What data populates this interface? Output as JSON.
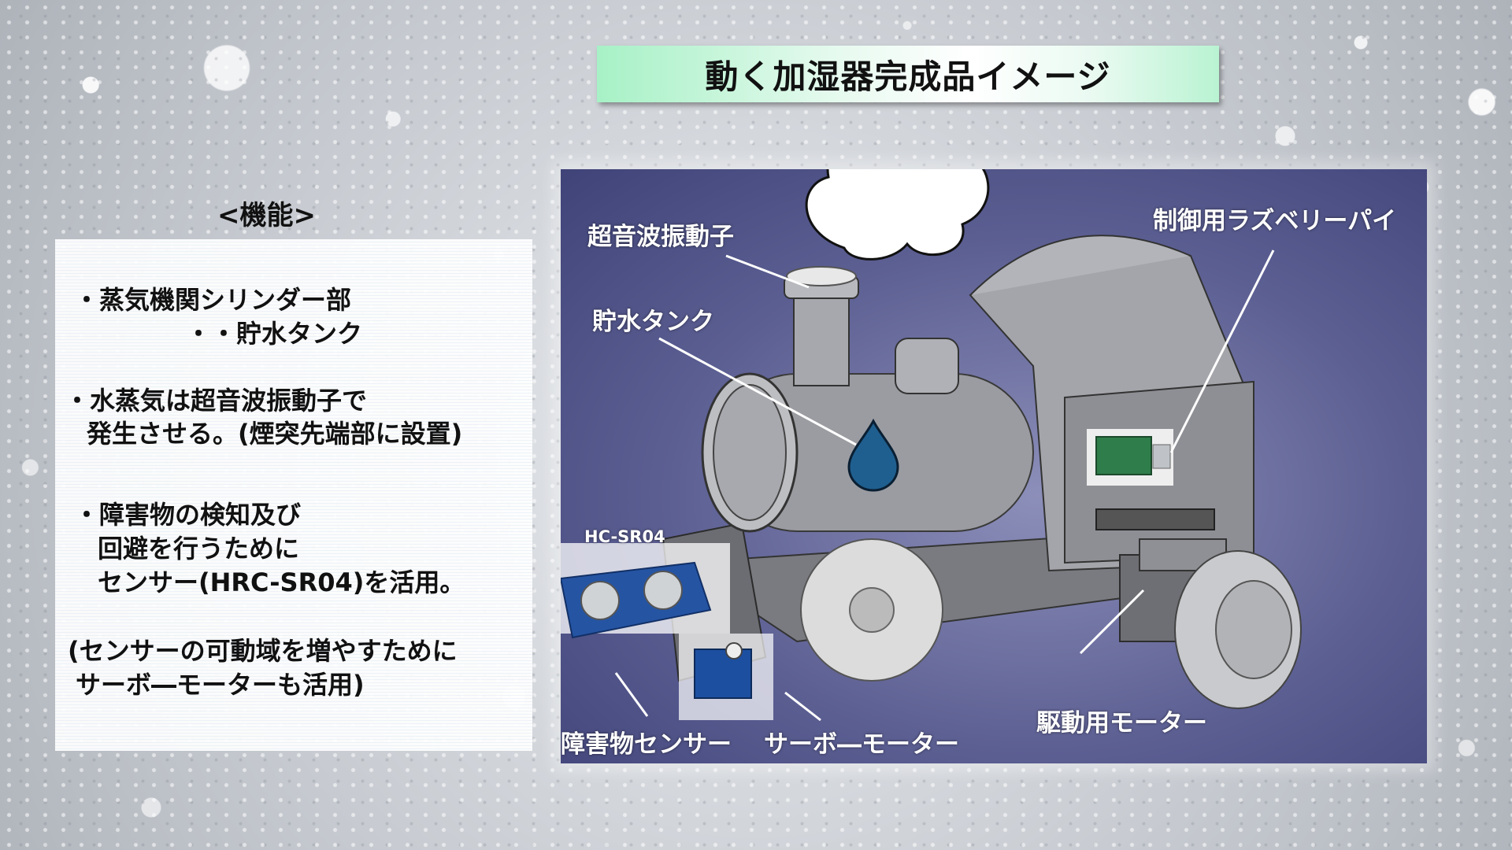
{
  "title": "動く加湿器完成品イメージ",
  "features": {
    "heading": "<機能>",
    "lines": [
      "・蒸気機関シリンダー部",
      "・・貯水タンク",
      "・水蒸気は超音波振動子で",
      "発生させる。(煙突先端部に設置)",
      "・障害物の検知及び",
      "回避を行うために",
      "センサー(HRC-SR04)を活用。",
      "(センサーの可動域を増やすために",
      "サーボ―モーターも活用)"
    ]
  },
  "diagram_labels": {
    "ultrasonic": "超音波振動子",
    "water_tank": "貯水タンク",
    "raspberry_pi": "制御用ラズベリーパイ",
    "sensor_model": "HC-SR04",
    "obstacle_sensor": "障害物センサー",
    "servo_motor": "サーボ―モーター",
    "drive_motor": "駆動用モーター"
  },
  "colors": {
    "title_gradient_edge": "#a7f1c6",
    "scene_background": "#5c5f92",
    "water_drop": "#1f5f8f"
  },
  "icons": [
    "water-drop-icon",
    "steam-cloud-icon"
  ]
}
